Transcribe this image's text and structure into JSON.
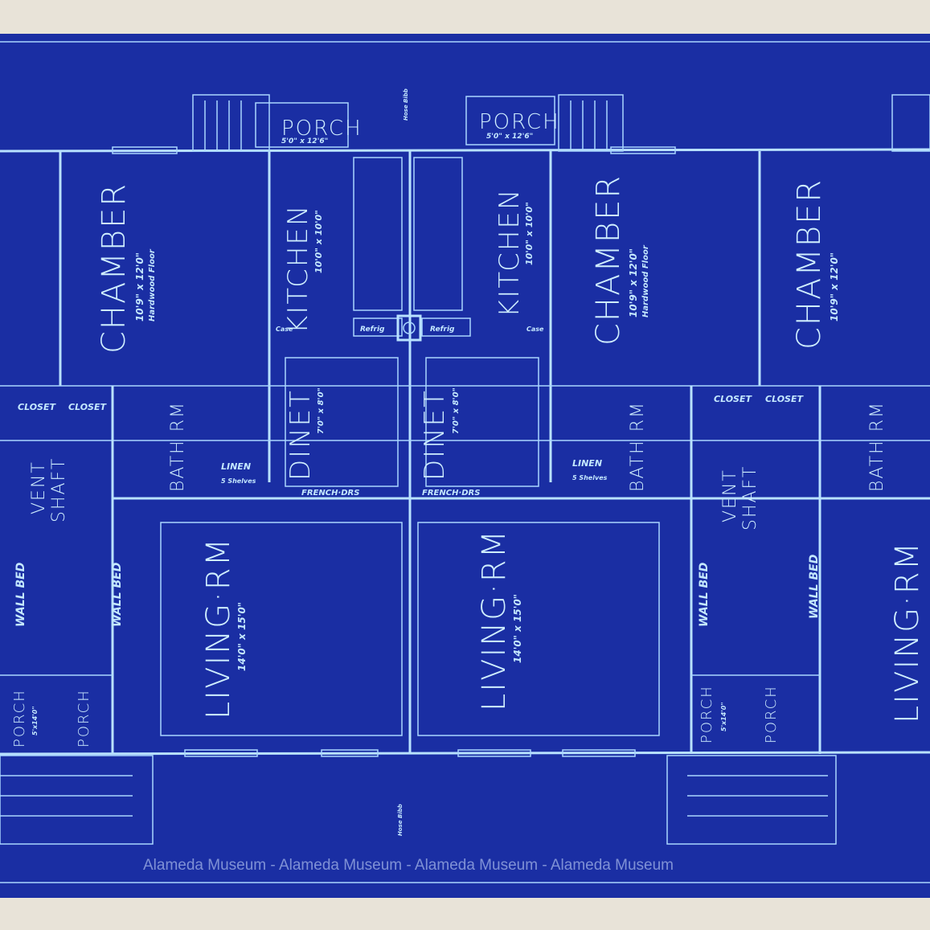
{
  "watermark": "Alameda Museum - Alameda Museum - Alameda Museum - Alameda Museum",
  "colors": {
    "paper": "#1a2ea3",
    "lines": "#b9e2ff",
    "background": "#e8e3d8"
  },
  "rooms": {
    "porch_top": "PORCH",
    "porch_top_size": "5'0\" x 12'6\"",
    "chamber": "CHAMBER",
    "chamber_size": "10'9\" x 12'0\"",
    "hardwood": "Hardwood Floor",
    "kitchen": "KITCHEN",
    "kitchen_size": "10'0\" x 10'0\"",
    "dinet": "DINET",
    "dinet_size": "7'0\" x 8'0\"",
    "living": "LIVING·RM",
    "living_size": "14'0\" x 15'0\"",
    "closet": "CLOSET",
    "linen": "LINEN",
    "shelves": "5 Shelves",
    "bath": "BATH RM",
    "vent": "VENT",
    "shaft": "SHAFT",
    "wall_bed": "WALL BED",
    "porch_small": "PORCH",
    "porch_small_size": "5'x14'0\"",
    "french": "FRENCH·DRS",
    "refrig": "Refrig",
    "case": "Case",
    "hose": "Hose Bibb"
  }
}
